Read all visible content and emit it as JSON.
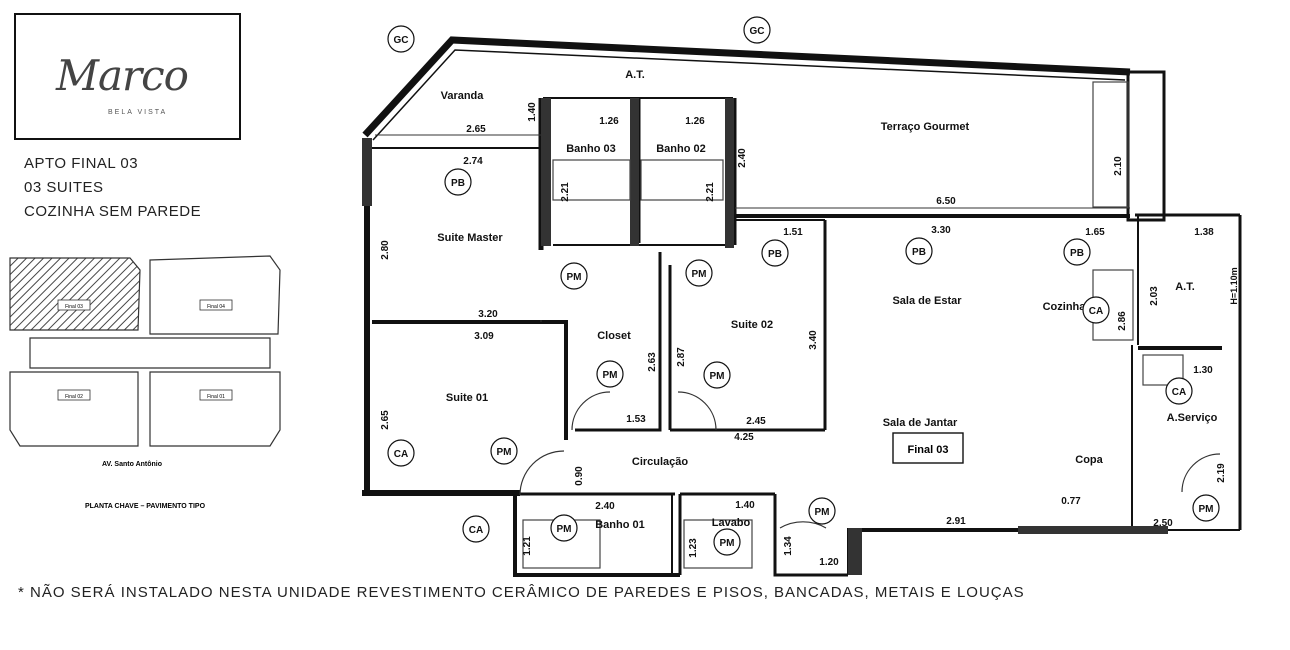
{
  "brand": {
    "logo_script": "Marco",
    "logo_sub": "BELA VISTA"
  },
  "apartment_info": [
    "APTO FINAL 03",
    "03 SUITES",
    "COZINHA SEM PAREDE"
  ],
  "key_plan": {
    "units": [
      "Final 03",
      "Final 04",
      "Final 02",
      "Final 01"
    ],
    "street": "AV. Santo Antônio",
    "caption": "PLANTA CHAVE – PAVIMENTO TIPO"
  },
  "rooms": {
    "varanda": "Varanda",
    "at_top": "A.T.",
    "terraco": "Terraço Gourmet",
    "banho03": "Banho 03",
    "banho02": "Banho 02",
    "suite_master": "Suite Master",
    "closet": "Closet",
    "suite02": "Suite 02",
    "sala_estar": "Sala de Estar",
    "cozinha": "Cozinha",
    "at_right": "A.T.",
    "suite01": "Suite 01",
    "sala_jantar": "Sala de Jantar",
    "final_box": "Final 03",
    "a_servico": "A.Serviço",
    "circulacao": "Circulação",
    "copa": "Copa",
    "banho01": "Banho 01",
    "lavabo": "Lavabo"
  },
  "symbols": {
    "gc": "GC",
    "pb": "PB",
    "pm": "PM",
    "ca": "CA"
  },
  "dimensions": {
    "d140": "1.40",
    "d265": "2.65",
    "d274": "2.74",
    "d126a": "1.26",
    "d126b": "1.26",
    "d240v": "2.40",
    "d210": "2.10",
    "d650": "6.50",
    "d221a": "2.21",
    "d221b": "2.21",
    "d280": "2.80",
    "d151": "1.51",
    "d330": "3.30",
    "d165": "1.65",
    "d138": "1.38",
    "d203": "2.03",
    "d286": "2.86",
    "h110": "H=1.10m",
    "d320": "3.20",
    "d309": "3.09",
    "d340": "3.40",
    "d263": "2.63",
    "d287": "2.87",
    "d153": "1.53",
    "d245": "2.45",
    "d425": "4.25",
    "d130": "1.30",
    "d265v": "2.65",
    "d090": "0.90",
    "d240h": "2.40",
    "d140b": "1.40",
    "d077": "0.77",
    "d291": "2.91",
    "d250": "2.50",
    "d219": "2.19",
    "d121": "1.21",
    "d123": "1.23",
    "d134": "1.34",
    "d120": "1.20"
  },
  "footnote": "* NÃO SERÁ INSTALADO NESTA UNIDADE REVESTIMENTO CERÂMICO DE PAREDES E PISOS, BANCADAS, METAIS E LOUÇAS"
}
